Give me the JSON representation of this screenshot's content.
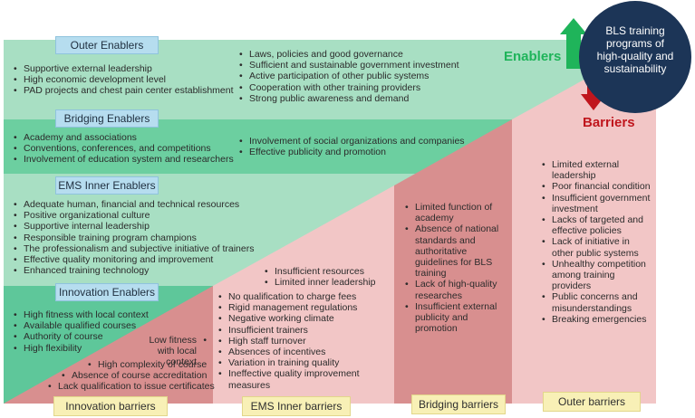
{
  "colors": {
    "outer_enabler_band": "#a8dfc3",
    "bridging_enabler_band": "#6ccfa0",
    "inner_enabler_band": "#a8dfc3",
    "innovation_enabler_band": "#5ec79a",
    "barrier_dark": "#d88f8f",
    "barrier_light": "#f2c6c6",
    "enablers_text": "#1fb45a",
    "barriers_text": "#c0161d",
    "circle": "#1c3557"
  },
  "circle": {
    "text": "BLS training programs of high-quality and sustainability"
  },
  "legend": {
    "enablers": "Enablers",
    "barriers": "Barriers"
  },
  "enablers": {
    "outer": {
      "label": "Outer Enablers",
      "left_items": [
        "Supportive external leadership",
        "High economic development level",
        "PAD projects and chest pain center establishment"
      ],
      "right_items": [
        "Laws, policies and good governance",
        "Sufficient and sustainable government investment",
        "Active participation of other public systems",
        "Cooperation with other training providers",
        "Strong public awareness and demand"
      ]
    },
    "bridging": {
      "label": "Bridging Enablers",
      "left_items": [
        "Academy and associations",
        "Conventions, conferences, and competitions",
        "Involvement of education system and researchers"
      ],
      "right_items": [
        "Involvement of social organizations and companies",
        "Effective publicity and promotion"
      ]
    },
    "inner": {
      "label": "EMS Inner Enablers",
      "items": [
        "Adequate human, financial and technical resources",
        "Positive organizational culture",
        "Supportive internal leadership",
        "Responsible training program champions",
        "The professionalism and subjective initiative of trainers",
        "Effective quality monitoring and improvement",
        "Enhanced training technology"
      ]
    },
    "innovation": {
      "label": "Innovation Enablers",
      "items": [
        "High fitness with local context",
        "Available qualified courses",
        "Authority of course",
        "High flexibility"
      ]
    }
  },
  "barriers": {
    "innovation": {
      "label": "Innovation barriers",
      "items": [
        "Low fitness with local context",
        "High complexity of course",
        "Absence of course accreditation",
        "Lack qualification to issue certificates"
      ]
    },
    "inner": {
      "label": "EMS Inner barriers",
      "top_items": [
        "Insufficient resources",
        "Limited inner leadership"
      ],
      "items": [
        "No qualification to charge fees",
        "Rigid management regulations",
        "Negative working climate",
        "Insufficient trainers",
        "High staff turnover",
        "Absences of incentives",
        "Variation in training quality",
        "Ineffective quality improvement measures"
      ]
    },
    "bridging": {
      "label": "Bridging barriers",
      "items": [
        "Limited function of academy",
        "Absence of national standards and authoritative guidelines for BLS training",
        "Lack of high-quality researches",
        "Insufficient external publicity and promotion"
      ]
    },
    "outer": {
      "label": "Outer barriers",
      "items": [
        "Limited external leadership",
        "Poor financial condition",
        "Insufficient government investment",
        "Lacks of targeted and effective policies",
        "Lack of initiative in other public systems",
        "Unhealthy competition among training providers",
        "Public concerns and misunderstandings",
        "Breaking emergencies"
      ]
    }
  }
}
